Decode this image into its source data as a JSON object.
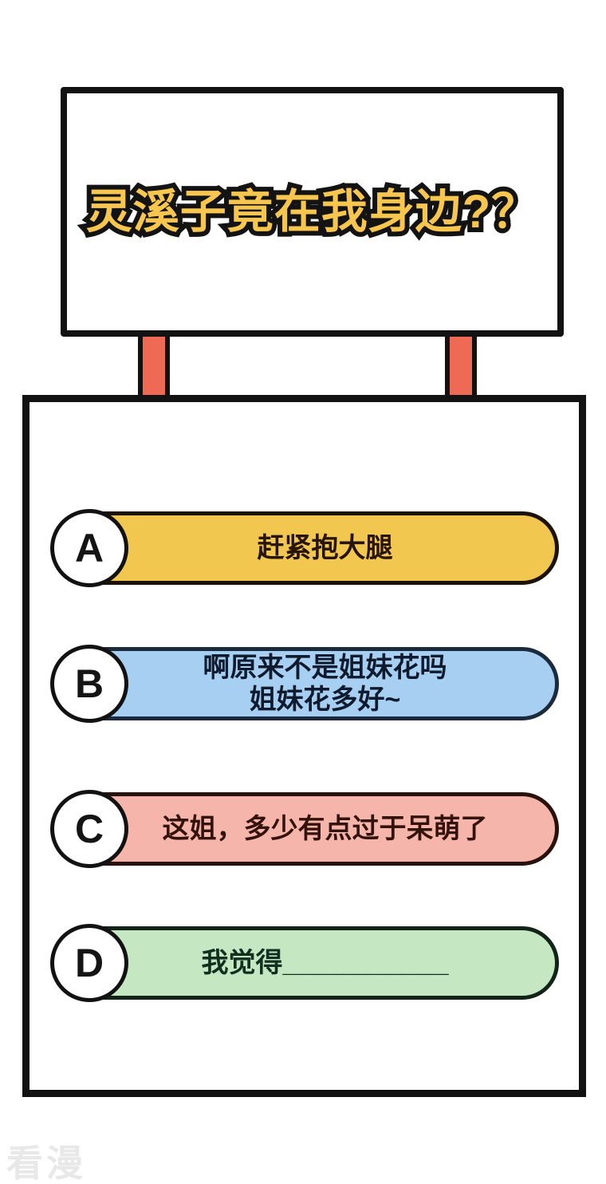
{
  "board": {
    "title": "灵溪子竟在我身边?？"
  },
  "options": [
    {
      "letter": "A",
      "label": "赶紧抱大腿"
    },
    {
      "letter": "B",
      "label": "啊原来不是姐妹花吗\n姐妹花多好~"
    },
    {
      "letter": "C",
      "label": "这姐，多少有点过于呆萌了"
    },
    {
      "letter": "D",
      "label": "我觉得___________"
    }
  ],
  "watermark": {
    "text": "看漫"
  },
  "palette": {
    "post_red": "#ee6a55",
    "title_yellow": "#f6c64e",
    "outline_black": "#131313",
    "border_black": "#121212",
    "option_a_fill": "#f2c750",
    "option_a_text": "#27140a",
    "option_b_fill": "#a6cff1",
    "option_b_text": "#0e1a2e",
    "option_c_fill": "#f6b5aa",
    "option_c_text": "#33120a",
    "option_d_fill": "#c5e7c2",
    "option_d_text": "#123020",
    "watermark_gray": "#e8e8e8"
  }
}
